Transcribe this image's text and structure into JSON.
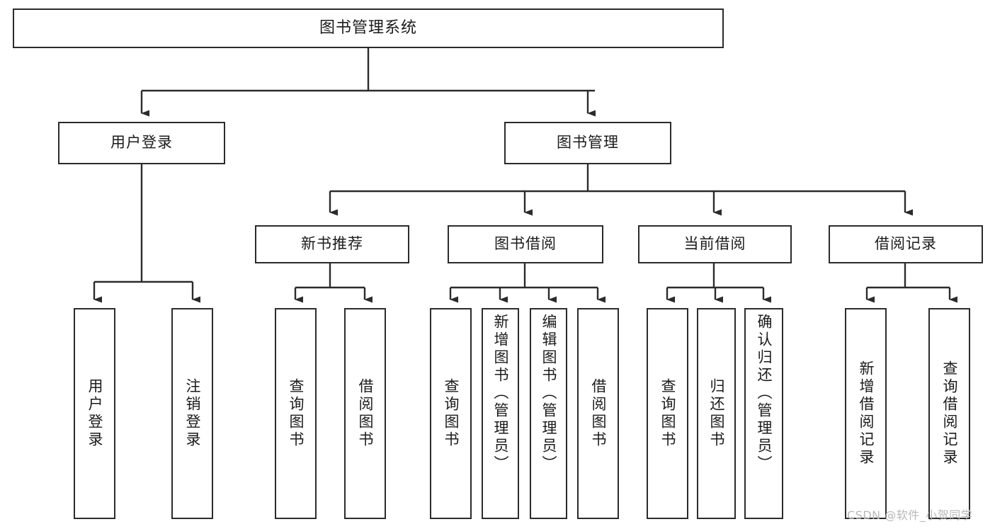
{
  "diagram": {
    "title": "图书管理系统",
    "type": "tree",
    "watermark": "CSDN @软件_小贺同学",
    "colors": {
      "box_border": "#2b2b2b",
      "box_fill": "#ffffff",
      "line": "#2b2b2b",
      "text": "#1b1b1b",
      "watermark": "#b8b8b8"
    },
    "root": {
      "label": "图书管理系统"
    },
    "level2": [
      {
        "id": "user-login",
        "label": "用户登录"
      },
      {
        "id": "book-manage",
        "label": "图书管理"
      }
    ],
    "level3": [
      {
        "id": "new-book-rec",
        "label": "新书推荐"
      },
      {
        "id": "book-borrow",
        "label": "图书借阅"
      },
      {
        "id": "current-borrow",
        "label": "当前借阅"
      },
      {
        "id": "borrow-record",
        "label": "借阅记录"
      }
    ],
    "leaves": [
      {
        "id": "leaf-user-login",
        "label": "用户登录",
        "parent": "user-login"
      },
      {
        "id": "leaf-user-logout",
        "label": "注销登录",
        "parent": "user-login"
      },
      {
        "id": "leaf-query-book-1",
        "label": "查询图书",
        "parent": "new-book-rec"
      },
      {
        "id": "leaf-borrow-book-1",
        "label": "借阅图书",
        "parent": "new-book-rec"
      },
      {
        "id": "leaf-query-book-2",
        "label": "查询图书",
        "parent": "book-borrow"
      },
      {
        "id": "leaf-add-book",
        "label": "新增图书（管理员）",
        "parent": "book-borrow"
      },
      {
        "id": "leaf-edit-book",
        "label": "编辑图书（管理员）",
        "parent": "book-borrow"
      },
      {
        "id": "leaf-borrow-book-2",
        "label": "借阅图书",
        "parent": "book-borrow"
      },
      {
        "id": "leaf-query-book-3",
        "label": "查询图书",
        "parent": "current-borrow"
      },
      {
        "id": "leaf-return-book",
        "label": "归还图书",
        "parent": "current-borrow"
      },
      {
        "id": "leaf-confirm-return",
        "label": "确认归还（管理员）",
        "parent": "current-borrow"
      },
      {
        "id": "leaf-add-record",
        "label": "新增借阅记录",
        "parent": "borrow-record"
      },
      {
        "id": "leaf-query-record",
        "label": "查询借阅记录",
        "parent": "borrow-record"
      }
    ]
  }
}
